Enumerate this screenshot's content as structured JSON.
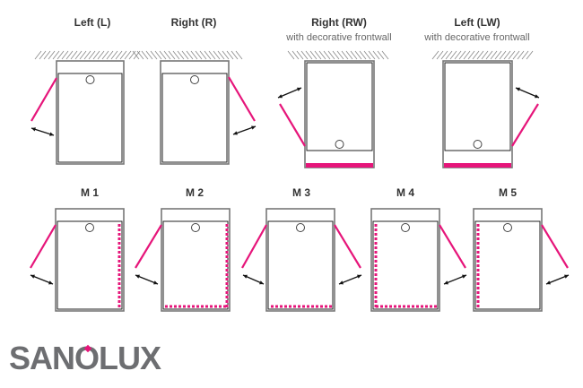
{
  "colors": {
    "door": "#e6157a",
    "outline": "#555555",
    "logo": "#6d6e71",
    "text": "#333333"
  },
  "top_row": [
    {
      "title": "Left (L)"
    },
    {
      "title": "Right (R)"
    },
    {
      "title": "Right (RW)",
      "subtitle": "with decorative frontwall"
    },
    {
      "title": "Left (LW)",
      "subtitle": "with decorative frontwall"
    }
  ],
  "bottom_row": [
    {
      "title": "M 1"
    },
    {
      "title": "M 2"
    },
    {
      "title": "M 3"
    },
    {
      "title": "M 4"
    },
    {
      "title": "M 5"
    }
  ],
  "logo": {
    "text": "SANOLUX"
  }
}
